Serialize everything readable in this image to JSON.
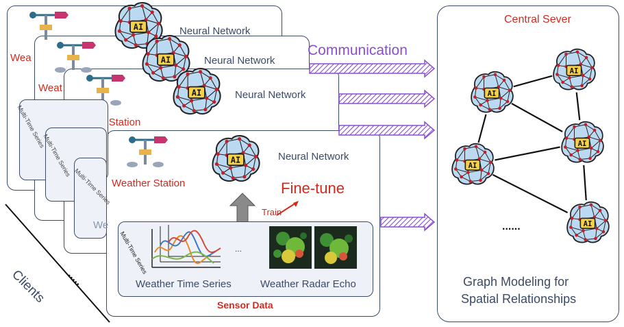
{
  "clients": {
    "neural_network_label": "Neural Network",
    "weather_station_label": "Weather Station",
    "truncated_weather": "Weat",
    "truncated_weather2": "Wea",
    "truncated_we": "We",
    "multi_time_series_label": "Multi-Time Series",
    "front": {
      "weather_station": "Weather Station",
      "neural_network": "Neural Network",
      "fine_tune": "Fine-tune",
      "train": "Train",
      "ellipsis": "...",
      "weather_time_series": "Weather Time Series",
      "weather_radar_echo": "Weather Radar Echo",
      "sensor_data": "Sensor Data",
      "multi_time_series": "Multi-Time Series"
    },
    "clients_label": "Clients",
    "more_dots": "....."
  },
  "communication_label": "Communication",
  "ai_badge": "AI",
  "server": {
    "title": "Central Sever",
    "dots": "......",
    "caption_line1": "Graph Modeling for",
    "caption_line2": "Spatial Relationships"
  },
  "colors": {
    "accent_red": "#d42a1e",
    "arrow_purple": "#8a4fd0",
    "border": "#3b4a66",
    "ai_yellow": "#f5d14a",
    "brain_blue": "#bcd9f2"
  }
}
